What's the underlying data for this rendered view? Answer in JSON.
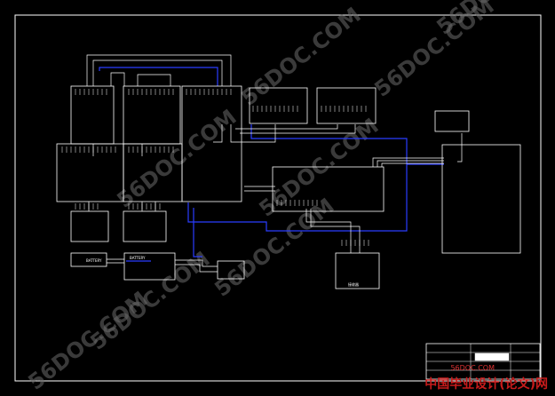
{
  "watermark": {
    "text": "56DOC.COM",
    "copies": 8
  },
  "brand": {
    "mini_url": "56DOC.COM",
    "text": "中国毕业设计(论文)网"
  },
  "blocks": {
    "rx_dev": "接收器",
    "top_left_a": "",
    "top_left_b": "",
    "center_block": "",
    "mid_module": "",
    "small_top1": "",
    "small_top2": "",
    "right_small": "",
    "big_right": "",
    "left_lower_a": "",
    "left_lower_b": "",
    "bottom_left_a": "",
    "bottom_left_b": "",
    "lower_small": "",
    "connector_left": "BATTERY",
    "connector_mid": "BATTERY",
    "connector_mid2": "",
    "connector_right": "",
    "title_block": ""
  },
  "colors": {
    "line": "#ffffff",
    "bus": "#2a3cff",
    "frame": "#ffffff",
    "brand": "#c71b1b"
  }
}
